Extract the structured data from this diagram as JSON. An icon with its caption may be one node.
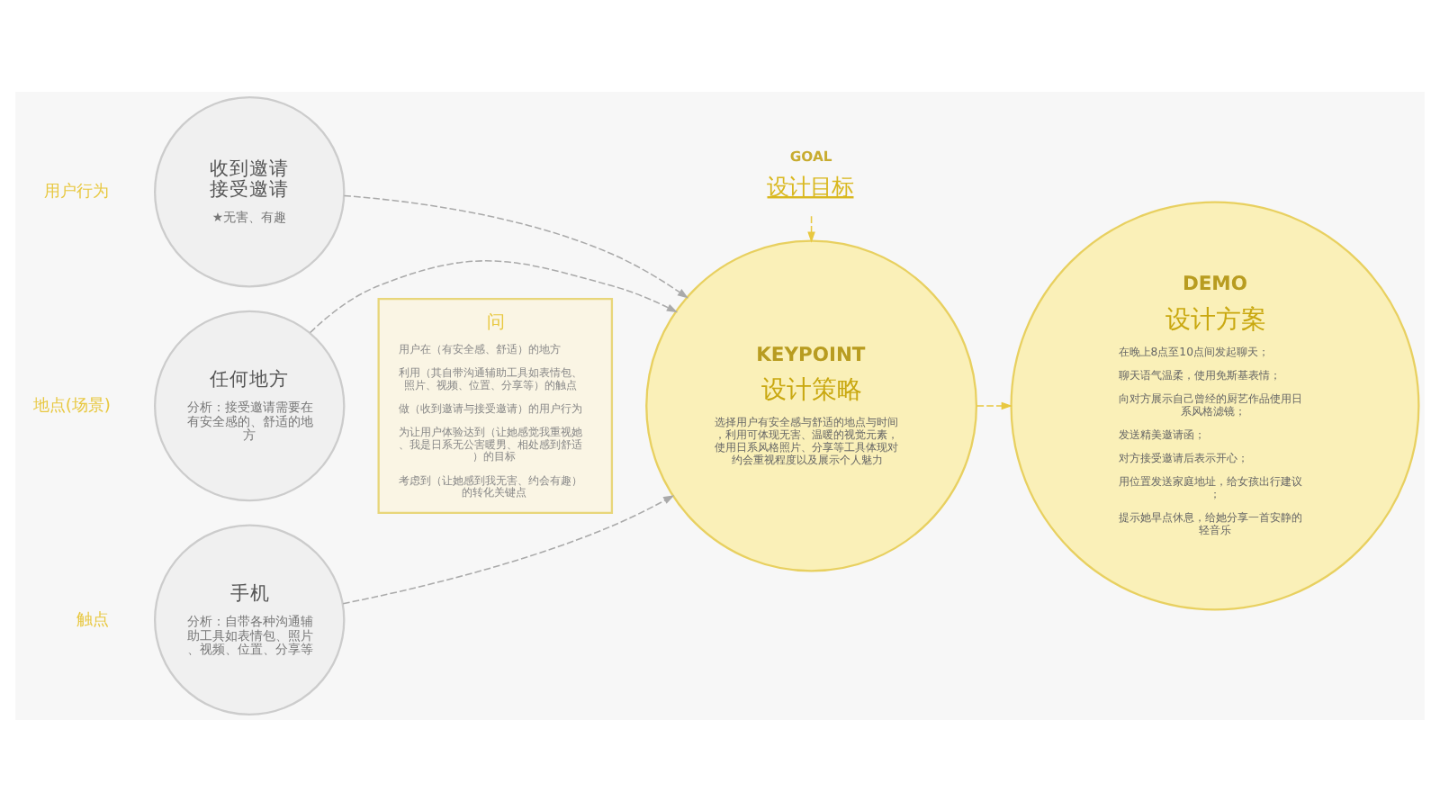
{
  "diagram": {
    "nodes": [
      {
        "text": [
          "收到邀请接受邀请",
          "★无害、有趣"
        ],
        "beside": [
          "用户行为"
        ]
      },
      {
        "text": [
          "任何地方",
          "分析：接受邀请需要在有安全感的、舒适的地方"
        ],
        "beside": [
          "地点(场景)"
        ]
      },
      {
        "text": [
          "手机",
          "分析：自带各种沟通辅助工具如表情包、照片、视频、位置、分享等"
        ],
        "beside": [
          "触点"
        ]
      },
      {
        "text": [
          "问",
          "用户在（有安全感、舒适）的地方",
          "利用（其自带沟通辅助工具如表情包、照片、视频、位置、分享等）的触点",
          "做（收到邀请与接受邀请）的用户行为",
          "为让用户体验达到（让她感觉我重视她、我是日系无公害暖男、相处感到舒适）的目标",
          "考虑到（让她感到我无害、约会有趣）的转化关键点"
        ]
      },
      {
        "text": [
          "GOAL",
          "设计目标"
        ]
      },
      {
        "text": [
          "KEYPOINT",
          "设计策略",
          "选择用户有安全感与舒适的地点与时间，利用可体现无害、温暖的视觉元素，使用日系风格照片、分享等工具体现对约会重视程度以及展示个人魅力"
        ]
      },
      {
        "text": [
          "DEMO",
          "设计方案",
          "在晚上8点至10点间发起聊天；",
          "聊天语气温柔，使用免斯基表情；",
          "向对方展示自己曾经的厨艺作品使用日系风格滤镜；",
          "发送精美邀请函；",
          "对方接受邀请后表示开心；",
          "用位置发送家庭地址，给女孩出行建议；",
          "提示她早点休息，给她分享一首安静的轻音乐"
        ]
      }
    ],
    "edges": [
      {
        "from": 0,
        "to": 5,
        "arrow": "to",
        "style": "dashed"
      },
      {
        "from": 1,
        "to": 5,
        "arrow": "to",
        "style": "dashed"
      },
      {
        "from": 2,
        "to": 5,
        "arrow": "to",
        "style": "dashed"
      },
      {
        "from": 4,
        "to": 5,
        "arrow": "to",
        "style": "dashed",
        "color": "#e8c840"
      },
      {
        "from": 5,
        "to": 6,
        "arrow": "to",
        "style": "dashed",
        "color": "#e8c840"
      }
    ]
  }
}
